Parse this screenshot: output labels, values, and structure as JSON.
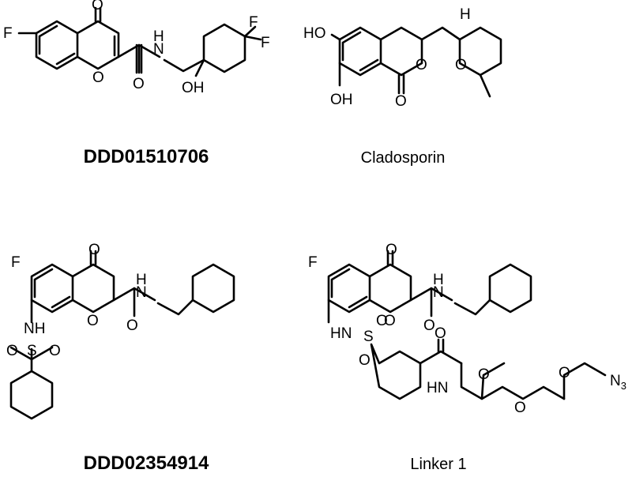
{
  "compounds": [
    {
      "name": "DDD01510706"
    },
    {
      "name": "Cladosporin"
    },
    {
      "name": "DDD02354914"
    },
    {
      "name": "Linker 1"
    }
  ],
  "atoms": {
    "o": "O",
    "f": "F",
    "h": "H",
    "oh": "OH",
    "ho": "HO",
    "nh": "NH",
    "hn": "HN",
    "s": "S",
    "n": "N",
    "three": "3"
  }
}
